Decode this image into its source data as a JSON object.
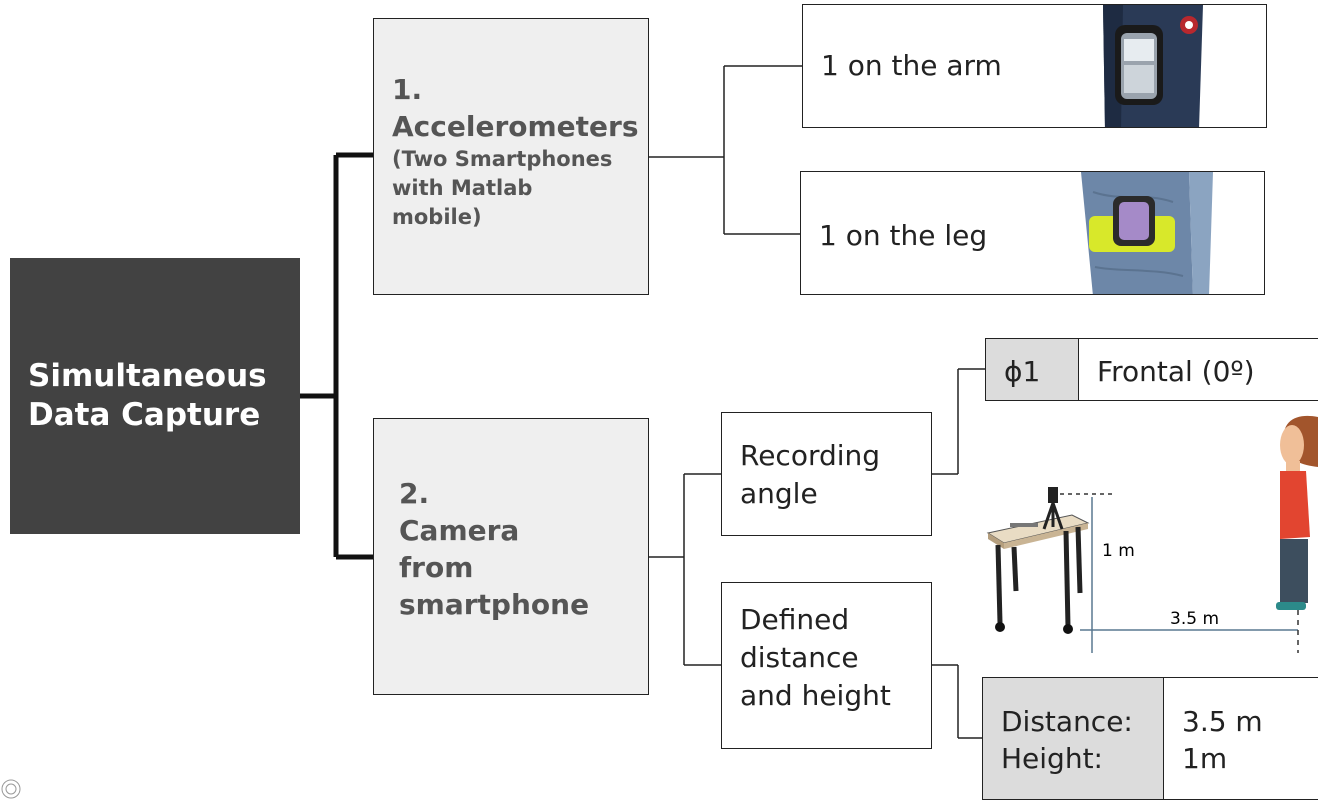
{
  "root": {
    "label": "Simultaneous\nData Capture"
  },
  "categories": [
    {
      "title": "1.\nAccelerometers",
      "subtitle": "(Two Smartphones\nwith Matlab\nmobile)"
    },
    {
      "title": "2.\nCamera\nfrom\nsmartphone"
    }
  ],
  "accelerometers": {
    "arm": {
      "label": "1 on the arm"
    },
    "leg": {
      "label": "1 on the leg"
    }
  },
  "camera": {
    "recording_angle": {
      "label": "Recording\nangle",
      "code": "ϕ1",
      "value": "Frontal (0º)"
    },
    "distance_height": {
      "label": "Defined\ndistance\nand height",
      "distance_label": "Distance:",
      "height_label": "Height:",
      "distance_value": "3.5 m",
      "height_value": "1m"
    },
    "scene": {
      "height_annotation": "1 m",
      "distance_annotation": "3.5 m"
    }
  },
  "colors": {
    "root_fill": "#424242",
    "category_fill": "#efefef",
    "cell_fill": "#dcdcdc",
    "armband": "#d8e82a"
  }
}
